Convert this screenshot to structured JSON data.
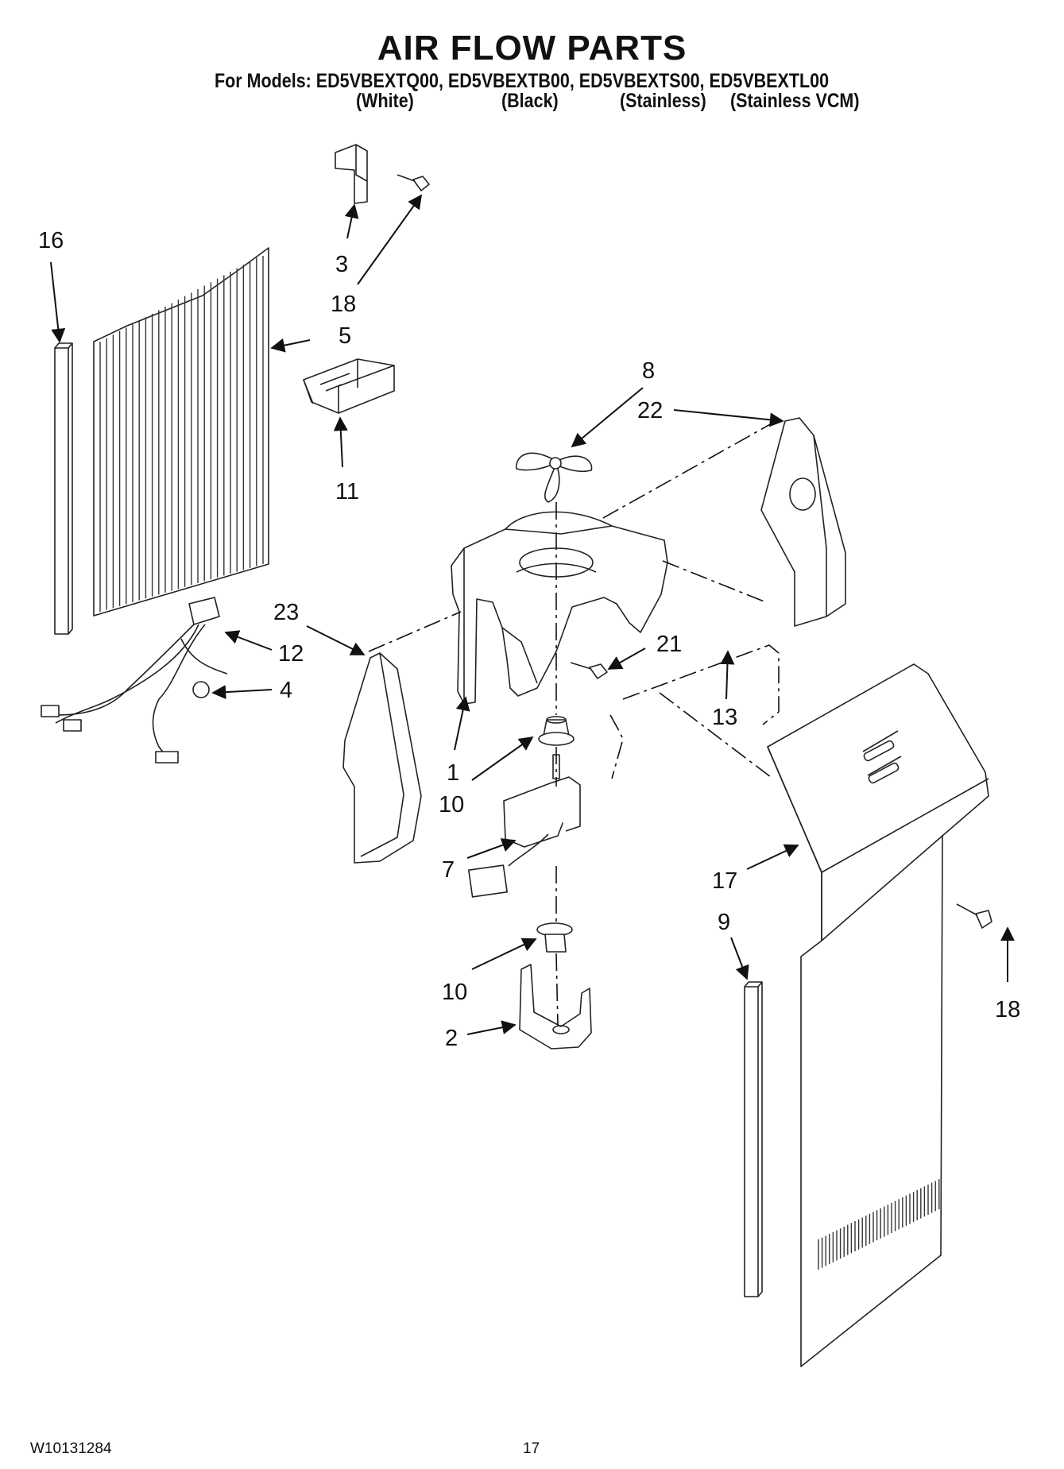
{
  "header": {
    "title": "AIR FLOW PARTS",
    "models_line": "For Models: ED5VBEXTQ00, ED5VBEXTB00, ED5VBEXTS00, ED5VBEXTL00",
    "colors": [
      "(White)",
      "(Black)",
      "(Stainless)",
      "(Stainless VCM)"
    ]
  },
  "callouts": {
    "c16": "16",
    "c3": "3",
    "c18a": "18",
    "c5": "5",
    "c11": "11",
    "c8": "8",
    "c22": "22",
    "c23": "23",
    "c12": "12",
    "c4": "4",
    "c21": "21",
    "c13": "13",
    "c1": "1",
    "c10a": "10",
    "c7": "7",
    "c17": "17",
    "c9": "9",
    "c18b": "18",
    "c10b": "10",
    "c2": "2"
  },
  "footer": {
    "doc_number": "W10131284",
    "page_number": "17"
  }
}
